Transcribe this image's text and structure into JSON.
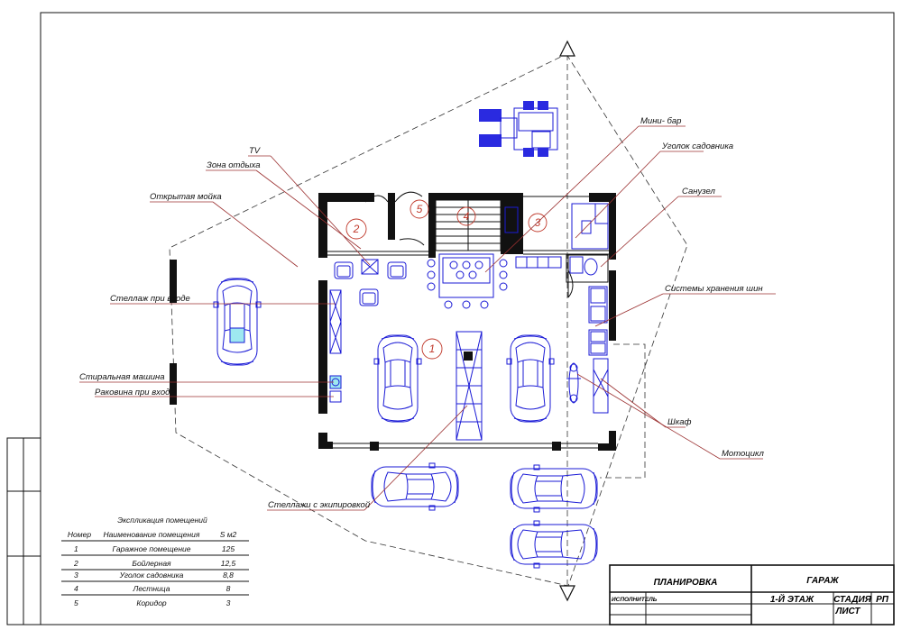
{
  "callouts": {
    "mini_bar": "Мини- бар",
    "garden_corner": "Уголок садовника",
    "bathroom": "Санузел",
    "tire_storage": "Системы хранения шин",
    "tv": "TV",
    "rest_zone": "Зона отдыха",
    "open_wash": "Открытая мойка",
    "entry_rack": "Стеллаж при входе",
    "washing_machine": "Стиральная машина",
    "entry_sink": "Раковина при входе",
    "wardrobe": "Шкаф",
    "motorcycle": "Мотоцикл",
    "equipment_racks": "Стеллажи с экипировкой"
  },
  "room_numbers": [
    "1",
    "2",
    "3",
    "4",
    "5"
  ],
  "explication": {
    "title": "Экспликация помещений",
    "headers": [
      "Номер",
      "Наименование помещения",
      "S м2"
    ],
    "rows": [
      [
        "1",
        "Гаражное помещение",
        "125"
      ],
      [
        "2",
        "Бойлерная",
        "12,5"
      ],
      [
        "3",
        "Уголок садовника",
        "8,8"
      ],
      [
        "4",
        "Лестница",
        "8"
      ],
      [
        "5",
        "Коридор",
        "3"
      ]
    ]
  },
  "title_block": {
    "drawing": "ПЛАНИРОВКА",
    "object": "ГАРАЖ",
    "floor": "1-Й ЭТАЖ",
    "performer": "ИСПОЛНИТЕЛЬ",
    "stage": "СТАДИЯ",
    "sheet": "ЛИСТ",
    "code": "РП"
  },
  "colors": {
    "furniture": "#2a2ae0",
    "leaders": "#9b3030",
    "room_numbers": "#c0392b",
    "walls": "#111111"
  }
}
